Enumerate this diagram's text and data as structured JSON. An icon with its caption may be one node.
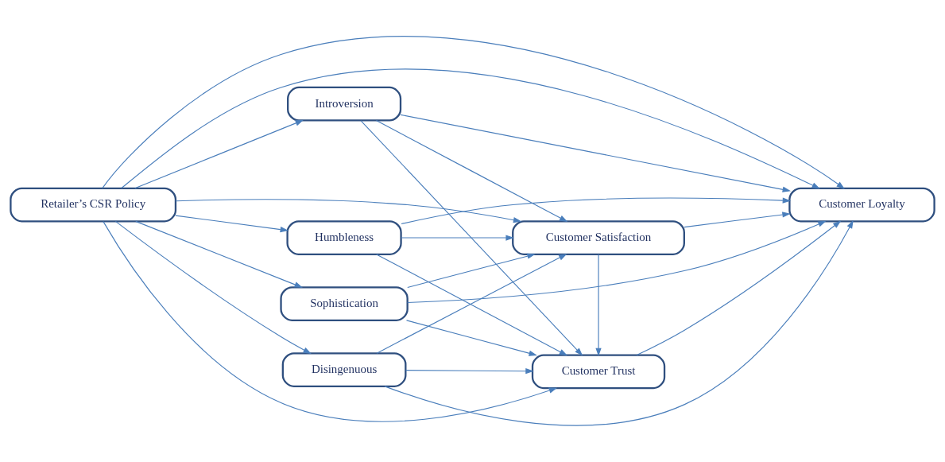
{
  "diagram": {
    "nodes": [
      {
        "text": [
          "Retailer’s CSR Policy"
        ]
      },
      {
        "text": [
          "Introversion"
        ]
      },
      {
        "text": [
          "Humbleness"
        ]
      },
      {
        "text": [
          "Disingenuous"
        ]
      },
      {
        "text": [
          "Sophistication"
        ]
      },
      {
        "text": [
          "Customer Satisfaction"
        ]
      },
      {
        "text": [
          "Customer Trust"
        ]
      },
      {
        "text": [
          "Customer Loyalty"
        ]
      }
    ],
    "edges": [
      {
        "from": 0,
        "to": 1,
        "arrow": "to"
      },
      {
        "from": 0,
        "to": 5,
        "arrow": "to"
      },
      {
        "from": 0,
        "to": 2,
        "arrow": "to"
      },
      {
        "from": 0,
        "to": 7,
        "arrow": "to"
      },
      {
        "from": 0,
        "to": 3,
        "arrow": "to"
      },
      {
        "from": 0,
        "to": 6,
        "arrow": "to"
      },
      {
        "from": 0,
        "to": 4,
        "arrow": "to"
      },
      {
        "from": 0,
        "to": 7,
        "arrow": "to"
      },
      {
        "from": 1,
        "to": 5,
        "arrow": "to"
      },
      {
        "from": 1,
        "to": 7,
        "arrow": "to"
      },
      {
        "from": 1,
        "to": 6,
        "arrow": "to"
      },
      {
        "from": 2,
        "to": 5,
        "arrow": "to"
      },
      {
        "from": 2,
        "to": 7,
        "arrow": "to"
      },
      {
        "from": 2,
        "to": 6,
        "arrow": "to"
      },
      {
        "from": 3,
        "to": 5,
        "arrow": "to"
      },
      {
        "from": 3,
        "to": 7,
        "arrow": "to"
      },
      {
        "from": 3,
        "to": 6,
        "arrow": "to"
      },
      {
        "from": 4,
        "to": 5,
        "arrow": "to"
      },
      {
        "from": 4,
        "to": 7,
        "arrow": "to"
      },
      {
        "from": 4,
        "to": 6,
        "arrow": "to"
      },
      {
        "from": 5,
        "to": 7,
        "arrow": "to"
      },
      {
        "from": 5,
        "to": 6,
        "arrow": "to"
      },
      {
        "from": 6,
        "to": 7,
        "arrow": "to"
      }
    ]
  }
}
